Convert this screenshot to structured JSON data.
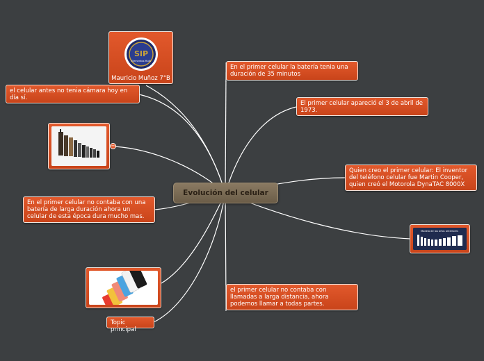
{
  "center": {
    "label": "Evolución del celular"
  },
  "nodes": {
    "author": "Mauricio Muñoz 7°B",
    "camera": "el celular antes no tenia cámara hoy en día sí.",
    "battery": "En el primer celular no contaba con una batería de larga duración ahora un celular de esta época dura mucho mas.",
    "topic": "Topic principal",
    "battery35": "En el primer celular la batería tenia una duración de 35 minutos",
    "date": "El primer celular apareció el 3 de abril de 1973.",
    "inventor": "Quien creo el primer celular: El inventor del teléfono celular fue Martin Cooper, quien creó el Motorola DynaTAC 8000X",
    "calls": "el primer celular no contaba con llamadas a larga distancia, ahora podemos llamar a todas partes."
  },
  "logo": {
    "text": "SIP",
    "subtitle": "Elementos Multi"
  },
  "infographic": {
    "caption": "Modelo de los años anteriores"
  },
  "collapse_symbol": "−",
  "colors": {
    "background": "#3c3f41",
    "node": "#d84e22",
    "center": "#7a6b54",
    "link": "#ffffff"
  }
}
